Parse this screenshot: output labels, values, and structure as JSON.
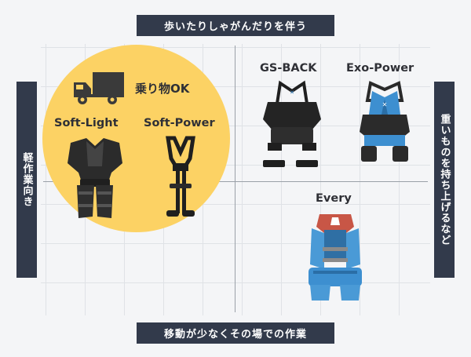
{
  "labels": {
    "top": "歩いたりしゃがんだりを伴う",
    "bottom": "移動が少なくその場での作業",
    "left": "軽作業向き",
    "right": "重いものを持ち上げるなど"
  },
  "highlight": {
    "text": "乗り物OK",
    "icon": "truck-icon",
    "circle_color": "#fcd264"
  },
  "products": {
    "soft_light": "Soft-Light",
    "soft_power": "Soft-Power",
    "gs_back": "GS-BACK",
    "exo_power": "Exo-Power",
    "every": "Every"
  },
  "colors": {
    "label_bg": "#323a4b",
    "accent_blue": "#3d8fd0",
    "grid": "#dfe2e6"
  }
}
